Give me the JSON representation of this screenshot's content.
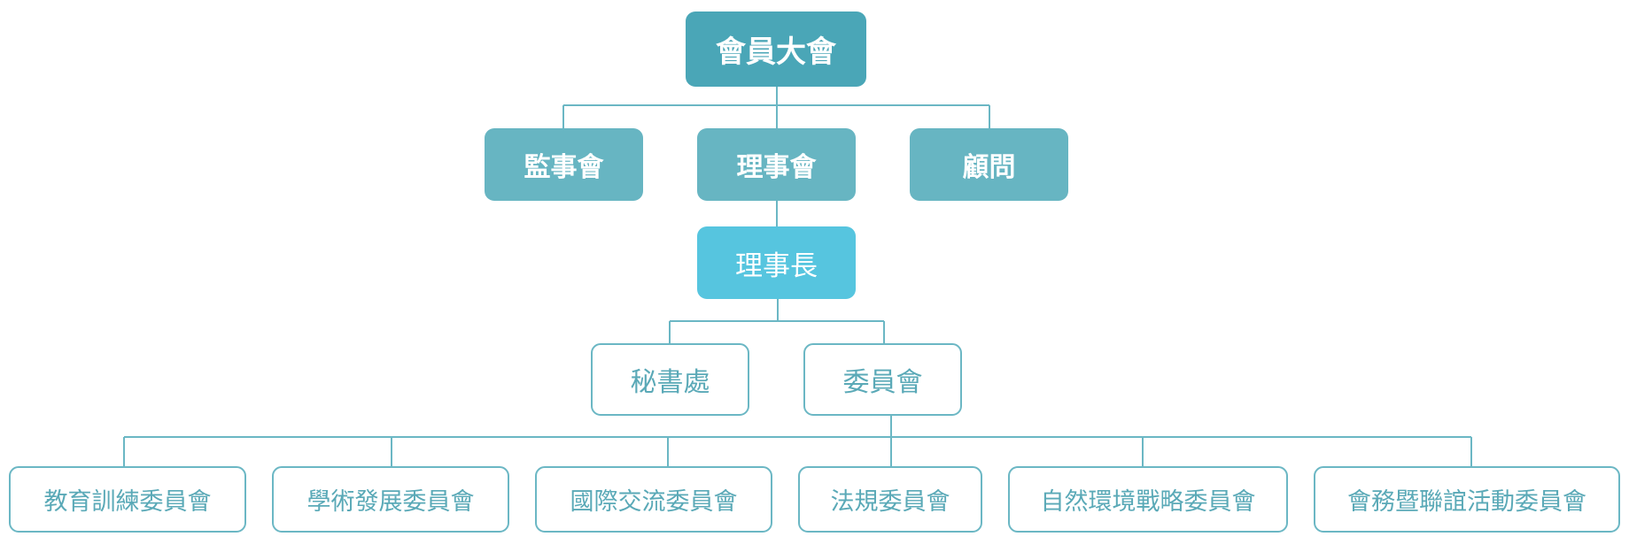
{
  "org_chart": {
    "top": {
      "label": "會員大會"
    },
    "level2": [
      {
        "label": "監事會"
      },
      {
        "label": "理事會"
      },
      {
        "label": "顧問"
      }
    ],
    "chairman": {
      "label": "理事長"
    },
    "level4": [
      {
        "label": "秘書處"
      },
      {
        "label": "委員會"
      }
    ],
    "committees": [
      {
        "label": "教育訓練委員會"
      },
      {
        "label": "學術發展委員會"
      },
      {
        "label": "國際交流委員會"
      },
      {
        "label": "法規委員會"
      },
      {
        "label": "自然環境戰略委員會"
      },
      {
        "label": "會務暨聯誼活動委員會"
      }
    ]
  },
  "colors": {
    "top_fill": "#4aa6b7",
    "level2_fill": "#67b5c2",
    "chairman_fill": "#56c5df",
    "outline": "#6bb7c4",
    "outline_text": "#5aa9b7"
  }
}
